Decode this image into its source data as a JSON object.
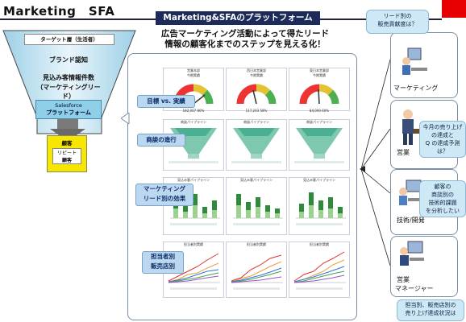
{
  "title": "Marketing　SFA",
  "banner": "Marketing&SFAのプラットフォーム",
  "subtitle_line1": "広告マーケティング活動によって得たリード",
  "subtitle_line2": "情報の顧客化までのステップを見える化！",
  "funnel": {
    "levels": [
      "ターゲット層（生活者）",
      "ブランド認知",
      "見込み客情報件数",
      "（マーケティングリード）"
    ],
    "platform_line1": "Salesforce",
    "platform_line2": "プラットフォーム",
    "customer": "顧客",
    "repeat_line1": "リピート",
    "repeat_line2": "顧客"
  },
  "labels": {
    "target_vs_actual": "目標 vs. 実績",
    "deal_progress": "商談の進行",
    "lead_effect_line1": "マーケティング",
    "lead_effect_line2": "リード別の効果",
    "rep_line1": "担当者別",
    "rep_line2": "販売店別"
  },
  "dashboard": {
    "column_titles": [
      "営業本部",
      "西日本営業部",
      "東日本営業部"
    ],
    "gauge_row": {
      "title": "今期実績",
      "values": [
        "182,007  80%",
        "117,203  58%",
        "84,000  60%"
      ]
    },
    "funnel_row_title": "商談パイプライン",
    "bar_row_title": "見込み客パイプライン",
    "line_row_title": "担当者別実績"
  },
  "roles": {
    "marketing": "マーケティング",
    "sales": "営業",
    "engineering": "技術/開発",
    "sales_manager_line1": "営業",
    "sales_manager_line2": "マネージャー"
  },
  "callouts": {
    "marketing_line1": "リード別の",
    "marketing_line2": "販売貢献度は？",
    "sales_line1": "今月の売り上げ",
    "sales_line2": "の達成と",
    "sales_line3": "Q の達成予測",
    "sales_line4": "は？",
    "engineering_line1": "顧客の",
    "engineering_line2": "商談別の",
    "engineering_line3": "技術的課題",
    "engineering_line4": "を分析したい",
    "manager_line1": "担当別、販売店別の",
    "manager_line2": "売り上げ達成状況は"
  },
  "colors": {
    "banner_bg": "#1c2b5a",
    "accent_red": "#e60000",
    "callout_blue": "#cfe8f6",
    "label_blue": "#bcd7f0",
    "funnel_green": "#7ec8b0"
  },
  "icons": [
    "person-at-desk-icon",
    "salesperson-icon",
    "engineer-icon",
    "manager-icon"
  ]
}
